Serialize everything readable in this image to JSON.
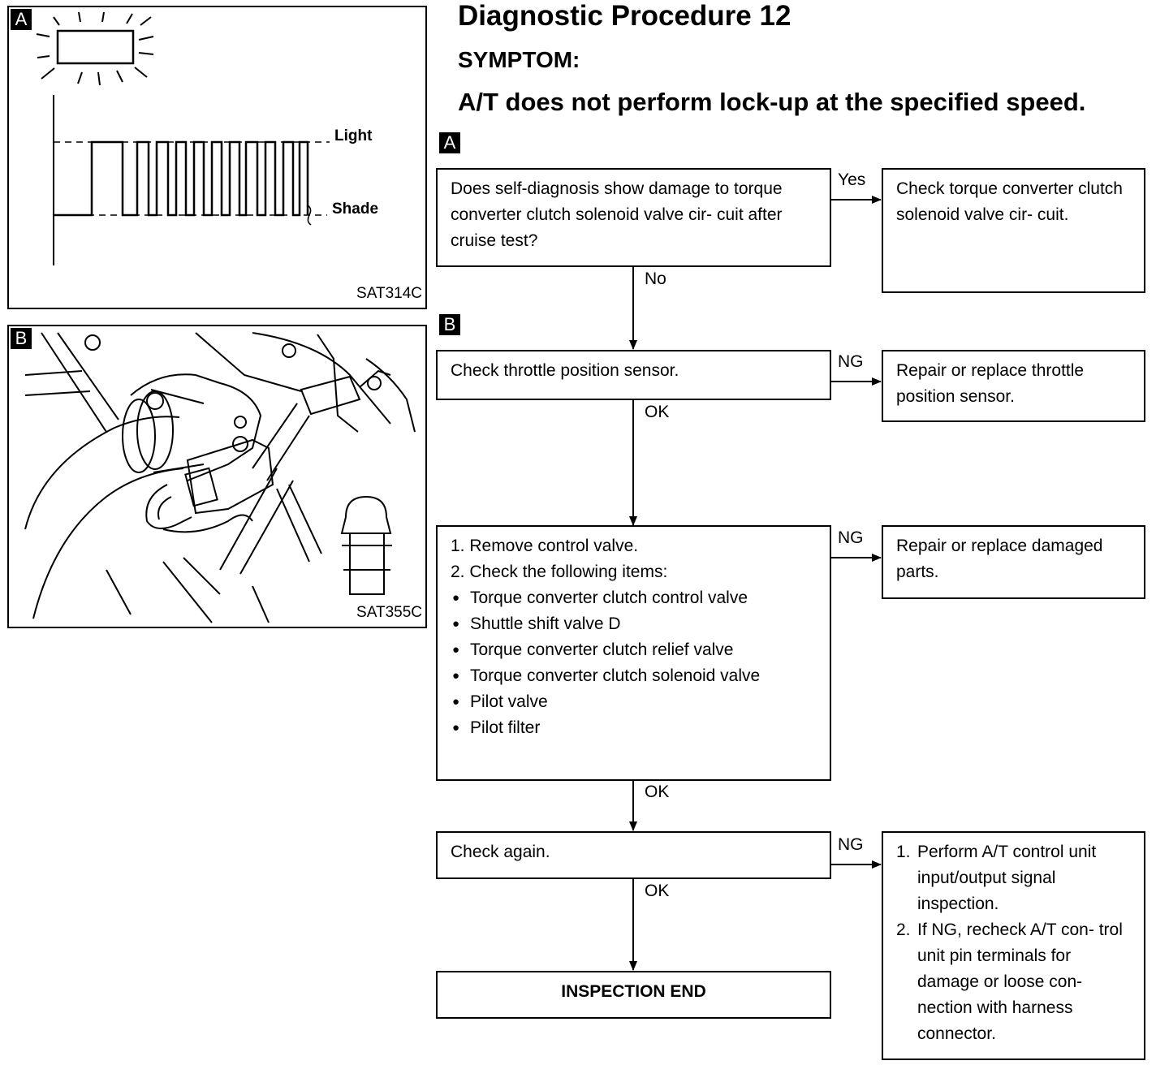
{
  "header": {
    "title": "Diagnostic Procedure 12",
    "subtitle": "SYMPTOM:",
    "symptom": "A/T does not perform lock-up at the specified speed."
  },
  "panels": {
    "a": {
      "tag": "A",
      "code": "SAT314C",
      "light_label": "Light",
      "shade_label": "Shade"
    },
    "b": {
      "tag": "B",
      "code": "SAT355C"
    }
  },
  "flow": {
    "tag_a": "A",
    "tag_b": "B",
    "step1": {
      "text": "Does self-diagnosis show damage to torque converter clutch solenoid valve cir- cuit after cruise test?",
      "branch_label": "Yes",
      "branch_text": "Check torque converter clutch solenoid valve cir- cuit.",
      "next_label": "No"
    },
    "step2": {
      "text": "Check throttle position sensor.",
      "branch_label": "NG",
      "branch_text": "Repair or replace throttle position sensor.",
      "next_label": "OK"
    },
    "step3": {
      "items": [
        "1. Remove control valve.",
        "2. Check the following items:"
      ],
      "bullets": [
        "Torque converter clutch control valve",
        "Shuttle shift valve D",
        "Torque converter clutch relief valve",
        "Torque converter clutch solenoid valve",
        "Pilot valve",
        "Pilot filter"
      ],
      "branch_label": "NG",
      "branch_text": "Repair or replace damaged parts.",
      "next_label": "OK"
    },
    "step4": {
      "text": "Check again.",
      "branch_label": "NG",
      "branch_items": [
        {
          "num": "1.",
          "text": "Perform A/T control unit input/output signal inspection."
        },
        {
          "num": "2.",
          "text": "If NG, recheck A/T con- trol unit pin terminals for damage or loose con- nection with harness connector."
        }
      ],
      "next_label": "OK"
    },
    "end": "INSPECTION END"
  }
}
